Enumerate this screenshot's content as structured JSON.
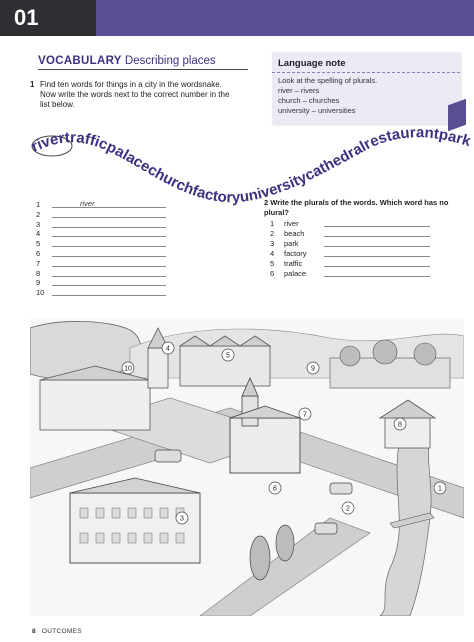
{
  "header": {
    "unit_number": "01"
  },
  "vocabulary": {
    "title": "VOCABULARY",
    "subtitle": "Describing places"
  },
  "exercise1": {
    "number": "1",
    "instruction": "Find ten words for things in a city in the wordsnake. Now write the words next to the correct number in the list below.",
    "wordsnake": "rivertrafficpalacechurchfactoryuniversitycathedralrestaurantparkbeach",
    "items": [
      {
        "n": "1",
        "answer": "river"
      },
      {
        "n": "2",
        "answer": ""
      },
      {
        "n": "3",
        "answer": ""
      },
      {
        "n": "4",
        "answer": ""
      },
      {
        "n": "5",
        "answer": ""
      },
      {
        "n": "6",
        "answer": ""
      },
      {
        "n": "7",
        "answer": ""
      },
      {
        "n": "8",
        "answer": ""
      },
      {
        "n": "9",
        "answer": ""
      },
      {
        "n": "10",
        "answer": ""
      }
    ]
  },
  "language_note": {
    "title": "Language note",
    "lines": [
      "Look at the spelling of plurals.",
      "river – rivers",
      "church – churches",
      "university – universities"
    ]
  },
  "exercise2": {
    "number": "2",
    "instruction": "Write the plurals of the words. Which word has no plural?",
    "items": [
      {
        "n": "1",
        "word": "river"
      },
      {
        "n": "2",
        "word": "beach"
      },
      {
        "n": "3",
        "word": "park"
      },
      {
        "n": "4",
        "word": "factory"
      },
      {
        "n": "5",
        "word": "traffic"
      },
      {
        "n": "6",
        "word": "palace"
      }
    ]
  },
  "scene_labels": [
    "1",
    "2",
    "3",
    "4",
    "5",
    "6",
    "7",
    "8",
    "9",
    "10"
  ],
  "footer": {
    "page": "8",
    "book": "OUTCOMES"
  },
  "colors": {
    "header_purple": "#5b4f94",
    "unit_tab": "#2f2f33",
    "note_bg": "#ede9f5",
    "heading_purple": "#3b3182"
  }
}
